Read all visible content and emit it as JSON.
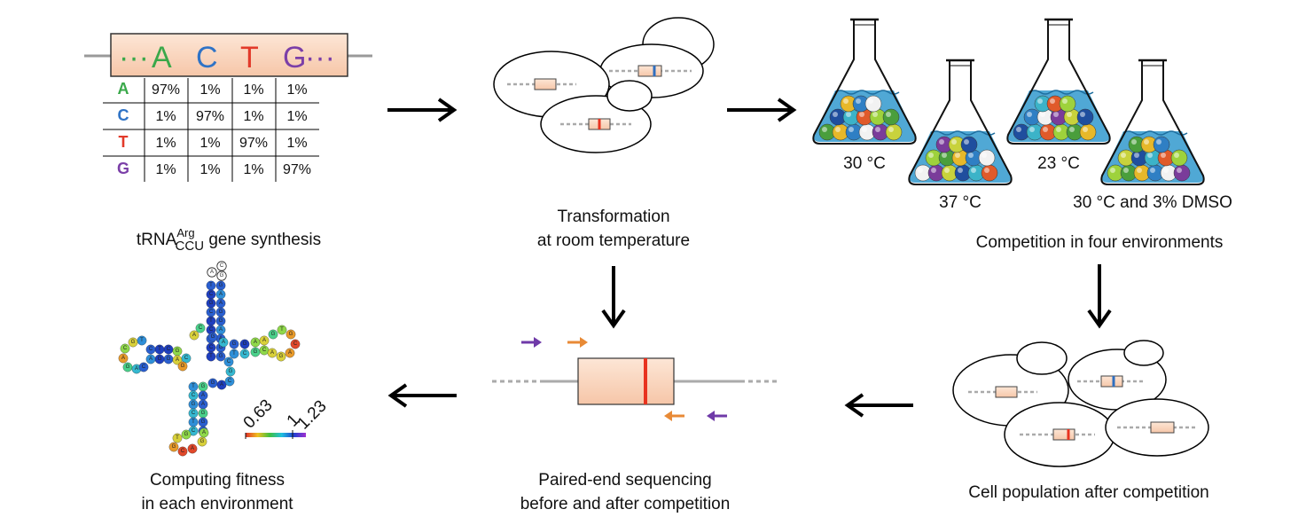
{
  "colors": {
    "A": "#3aa84a",
    "C": "#2f73c6",
    "T": "#e23a2a",
    "G": "#7b3fa8",
    "gene_box": "#f9d4bc",
    "mutation_red": "#e8331f",
    "mutation_blue": "#2f6fc0",
    "medium": "#3d9fd0",
    "primer_purple": "#6f3aa8",
    "primer_orange": "#e88a36"
  },
  "synthesis": {
    "sequence": {
      "lead": "···",
      "letters": [
        "A",
        "C",
        "T",
        "G"
      ],
      "trail": "···"
    },
    "table": {
      "row_labels": [
        "A",
        "C",
        "T",
        "G"
      ],
      "cells": [
        [
          "97%",
          "1%",
          "1%",
          "1%"
        ],
        [
          "1%",
          "97%",
          "1%",
          "1%"
        ],
        [
          "1%",
          "1%",
          "97%",
          "1%"
        ],
        [
          "1%",
          "1%",
          "1%",
          "97%"
        ]
      ]
    },
    "caption": {
      "prefix": "tRNA",
      "superscript": "Arg",
      "subscript": "CCU",
      "suffix": " gene synthesis"
    }
  },
  "transformation": {
    "caption_line1": "Transformation",
    "caption_line2": "at room temperature"
  },
  "competition": {
    "flask_labels": [
      "30 °C",
      "37 °C",
      "23 °C",
      "30 °C and 3% DMSO"
    ],
    "caption": "Competition in four environments"
  },
  "population": {
    "caption": "Cell population after competition"
  },
  "sequencing": {
    "caption_line1": "Paired-end sequencing",
    "caption_line2": "before and after competition"
  },
  "fitness": {
    "caption_line1": "Computing fitness",
    "caption_line2": "in each environment",
    "scale_labels": [
      "0.63",
      "1",
      "1.23"
    ]
  }
}
